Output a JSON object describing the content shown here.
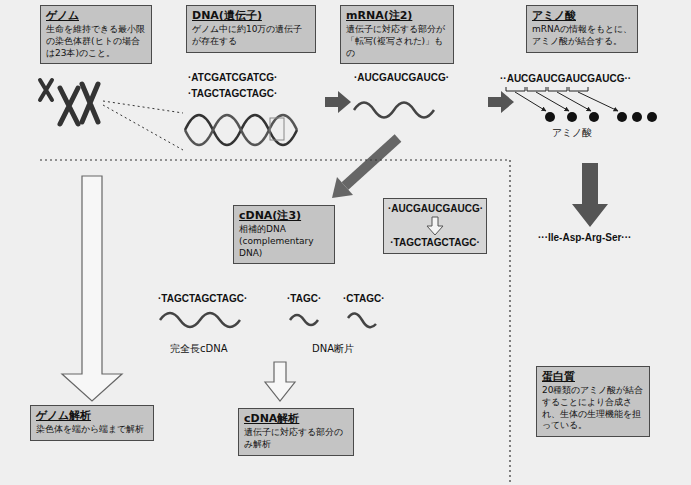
{
  "diagram": {
    "nodes": [
      {
        "text": [
          "ゲノム",
          "生命を維持できる最小限の染色体群(ヒトの場合は23本)のこと。"
        ]
      },
      {
        "text": [
          "DNA(遺伝子)",
          "ゲノム中に約10万の遺伝子が存在する"
        ]
      },
      {
        "text": [
          "mRNA(注2)",
          "遺伝子に対応する部分が「転写(複写された)」もの"
        ]
      },
      {
        "text": [
          "アミノ酸",
          "mRNAの情報をもとに、アミノ酸が結合する。"
        ]
      },
      {
        "text": [
          "cDNA(注3)",
          "相補的DNA (complementary DNA)"
        ]
      },
      {
        "text": [
          "·AUCGAUCGAUCG·",
          "·TAGCTAGCTAGC·"
        ]
      },
      {
        "text": [
          "ゲノム解析",
          "染色体を端から端まで解析"
        ]
      },
      {
        "text": [
          "cDNA解析",
          "遺伝子に対応する部分のみ解析"
        ]
      },
      {
        "text": [
          "蛋白質",
          "20種類のアミノ酸が結合することにより合成され、生体の生理機能を担っている。"
        ]
      }
    ],
    "labels": [
      "·ATCGATCGATCG·",
      "·TAGCTAGCTAGC·",
      "·AUCGAUCGAUCG·",
      "··AUCGAUCGAUCGAUCG··",
      "アミノ酸",
      "···Ile-Asp-Arg-Ser···",
      "·TAGCTAGCTAGC·",
      "·TAGC·",
      "·CTAGC·",
      "完全長cDNA",
      "DNA断片"
    ]
  }
}
